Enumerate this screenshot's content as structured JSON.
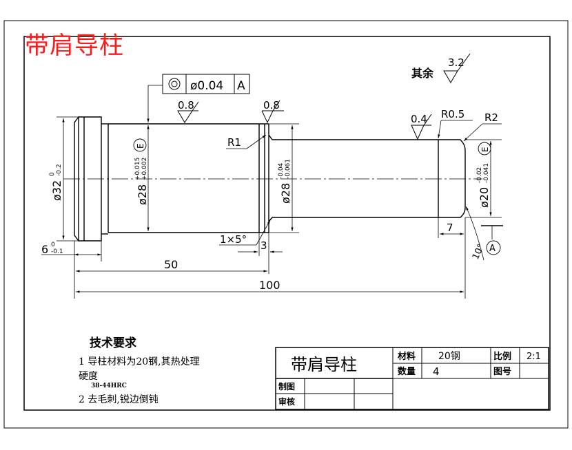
{
  "title_red": "带肩导柱",
  "surface": {
    "rest_label": "其余",
    "rest_value": "3.2"
  },
  "gdt": {
    "symbol": "◎",
    "tolerance": "ø0.04",
    "datum": "A"
  },
  "roughness": {
    "r1": "0.8",
    "r2": "0.8",
    "r3": "0.4"
  },
  "labels": {
    "r05": "R0.5",
    "r2": "R2",
    "r1": "R1",
    "chamfer": "1×5°",
    "dia32": "ø32",
    "dia32_up": "0",
    "dia32_low": "-0.2",
    "dia28a": "ø28",
    "dia28a_up": "+0.015",
    "dia28a_low": "+0.002",
    "dia28b": "ø28",
    "dia28b_up": "-0.04",
    "dia28b_low": "-0.061",
    "dia20": "ø20",
    "dia20_up": "-0.02",
    "dia20_low": "-0.041",
    "envelope": "E",
    "len6": "6",
    "len6_up": "0",
    "len6_low": "-0.1",
    "len50": "50",
    "len100": "100",
    "len3": "3",
    "len7": "7",
    "angle10": "10°",
    "datum_a": "A"
  },
  "tech": {
    "heading": "技术要求",
    "item1": "1 导柱材料为20钢,其热处理",
    "item1b": "硬度",
    "item1c": "38-44HRC",
    "item2": "2 去毛刺,锐边倒钝"
  },
  "title_block": {
    "name": "带肩导柱",
    "material_label": "材料",
    "material_value": "20钢",
    "scale_label": "比例",
    "scale_value": "2:1",
    "qty_label": "数量",
    "qty_value": "4",
    "drawing_no_label": "图号",
    "drawn_label": "制图",
    "checked_label": "审核"
  }
}
